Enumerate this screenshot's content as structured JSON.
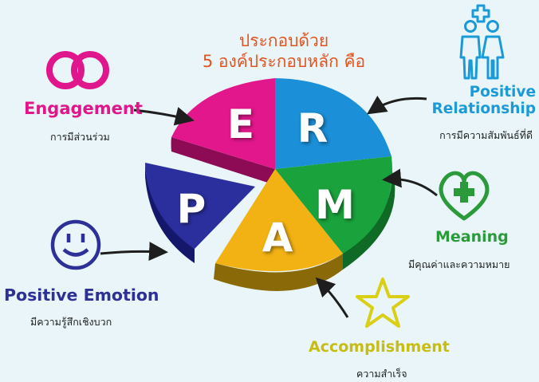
{
  "title": {
    "line1": "ประกอบด้วย",
    "line2": "5 องค์ประกอบหลัก คือ"
  },
  "segments": {
    "engagement": {
      "letter": "E",
      "name": "Engagement",
      "thai": "การมีส่วนร่วม",
      "color": "#e2178c",
      "icon": "interlocking-rings-icon"
    },
    "relationship": {
      "letter": "R",
      "name_line1": "Positive",
      "name_line2": "Relationship",
      "thai": "การมีความสัมพันธ์ที่ดี",
      "color": "#1b8fd8",
      "icon": "couple-icon"
    },
    "meaning": {
      "letter": "M",
      "name": "Meaning",
      "thai": "มีคุณค่าและความหมาย",
      "color": "#1aa23c",
      "icon": "heart-plus-icon"
    },
    "accomplishment": {
      "letter": "A",
      "name": "Accomplishment",
      "thai": "ความสำเร็จ",
      "color": "#f2b213",
      "icon": "star-icon"
    },
    "positive_emotion": {
      "letter": "P",
      "name": "Positive Emotion",
      "thai": "มีความรู้สึกเชิงบวก",
      "color": "#2b2f9e",
      "icon": "smiley-face-icon"
    }
  },
  "background": "#e9f5f8"
}
